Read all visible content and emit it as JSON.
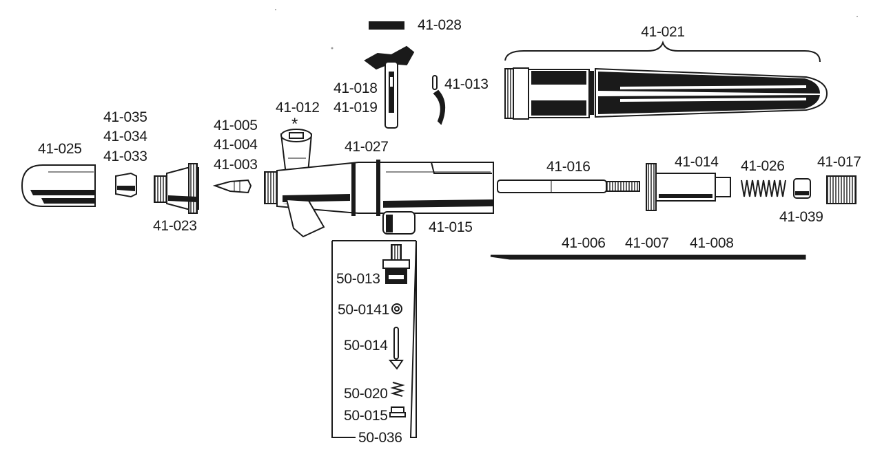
{
  "diagram": {
    "colors": {
      "ink": "#1a1a1a",
      "paper": "#ffffff",
      "gray": "#9a9a9a"
    },
    "callouts": {
      "p41_028": "41-028",
      "p41_021": "41-021",
      "p41_018": "41-018",
      "p41_019": "41-019",
      "p41_013": "41-013",
      "p41_012": "41-012",
      "p41_012_mark": "*",
      "p41_035": "41-035",
      "p41_034": "41-034",
      "p41_033": "41-033",
      "p41_005": "41-005",
      "p41_004": "41-004",
      "p41_003": "41-003",
      "p41_025": "41-025",
      "p41_027": "41-027",
      "p41_016": "41-016",
      "p41_014": "41-014",
      "p41_026": "41-026",
      "p41_017": "41-017",
      "p41_023": "41-023",
      "p41_015": "41-015",
      "p41_039": "41-039",
      "p41_006": "41-006",
      "p41_007": "41-007",
      "p41_008": "41-008",
      "p50_013": "50-013",
      "p50_0141": "50-0141",
      "p50_014": "50-014",
      "p50_020": "50-020",
      "p50_015": "50-015",
      "p50_036": "50-036"
    }
  }
}
